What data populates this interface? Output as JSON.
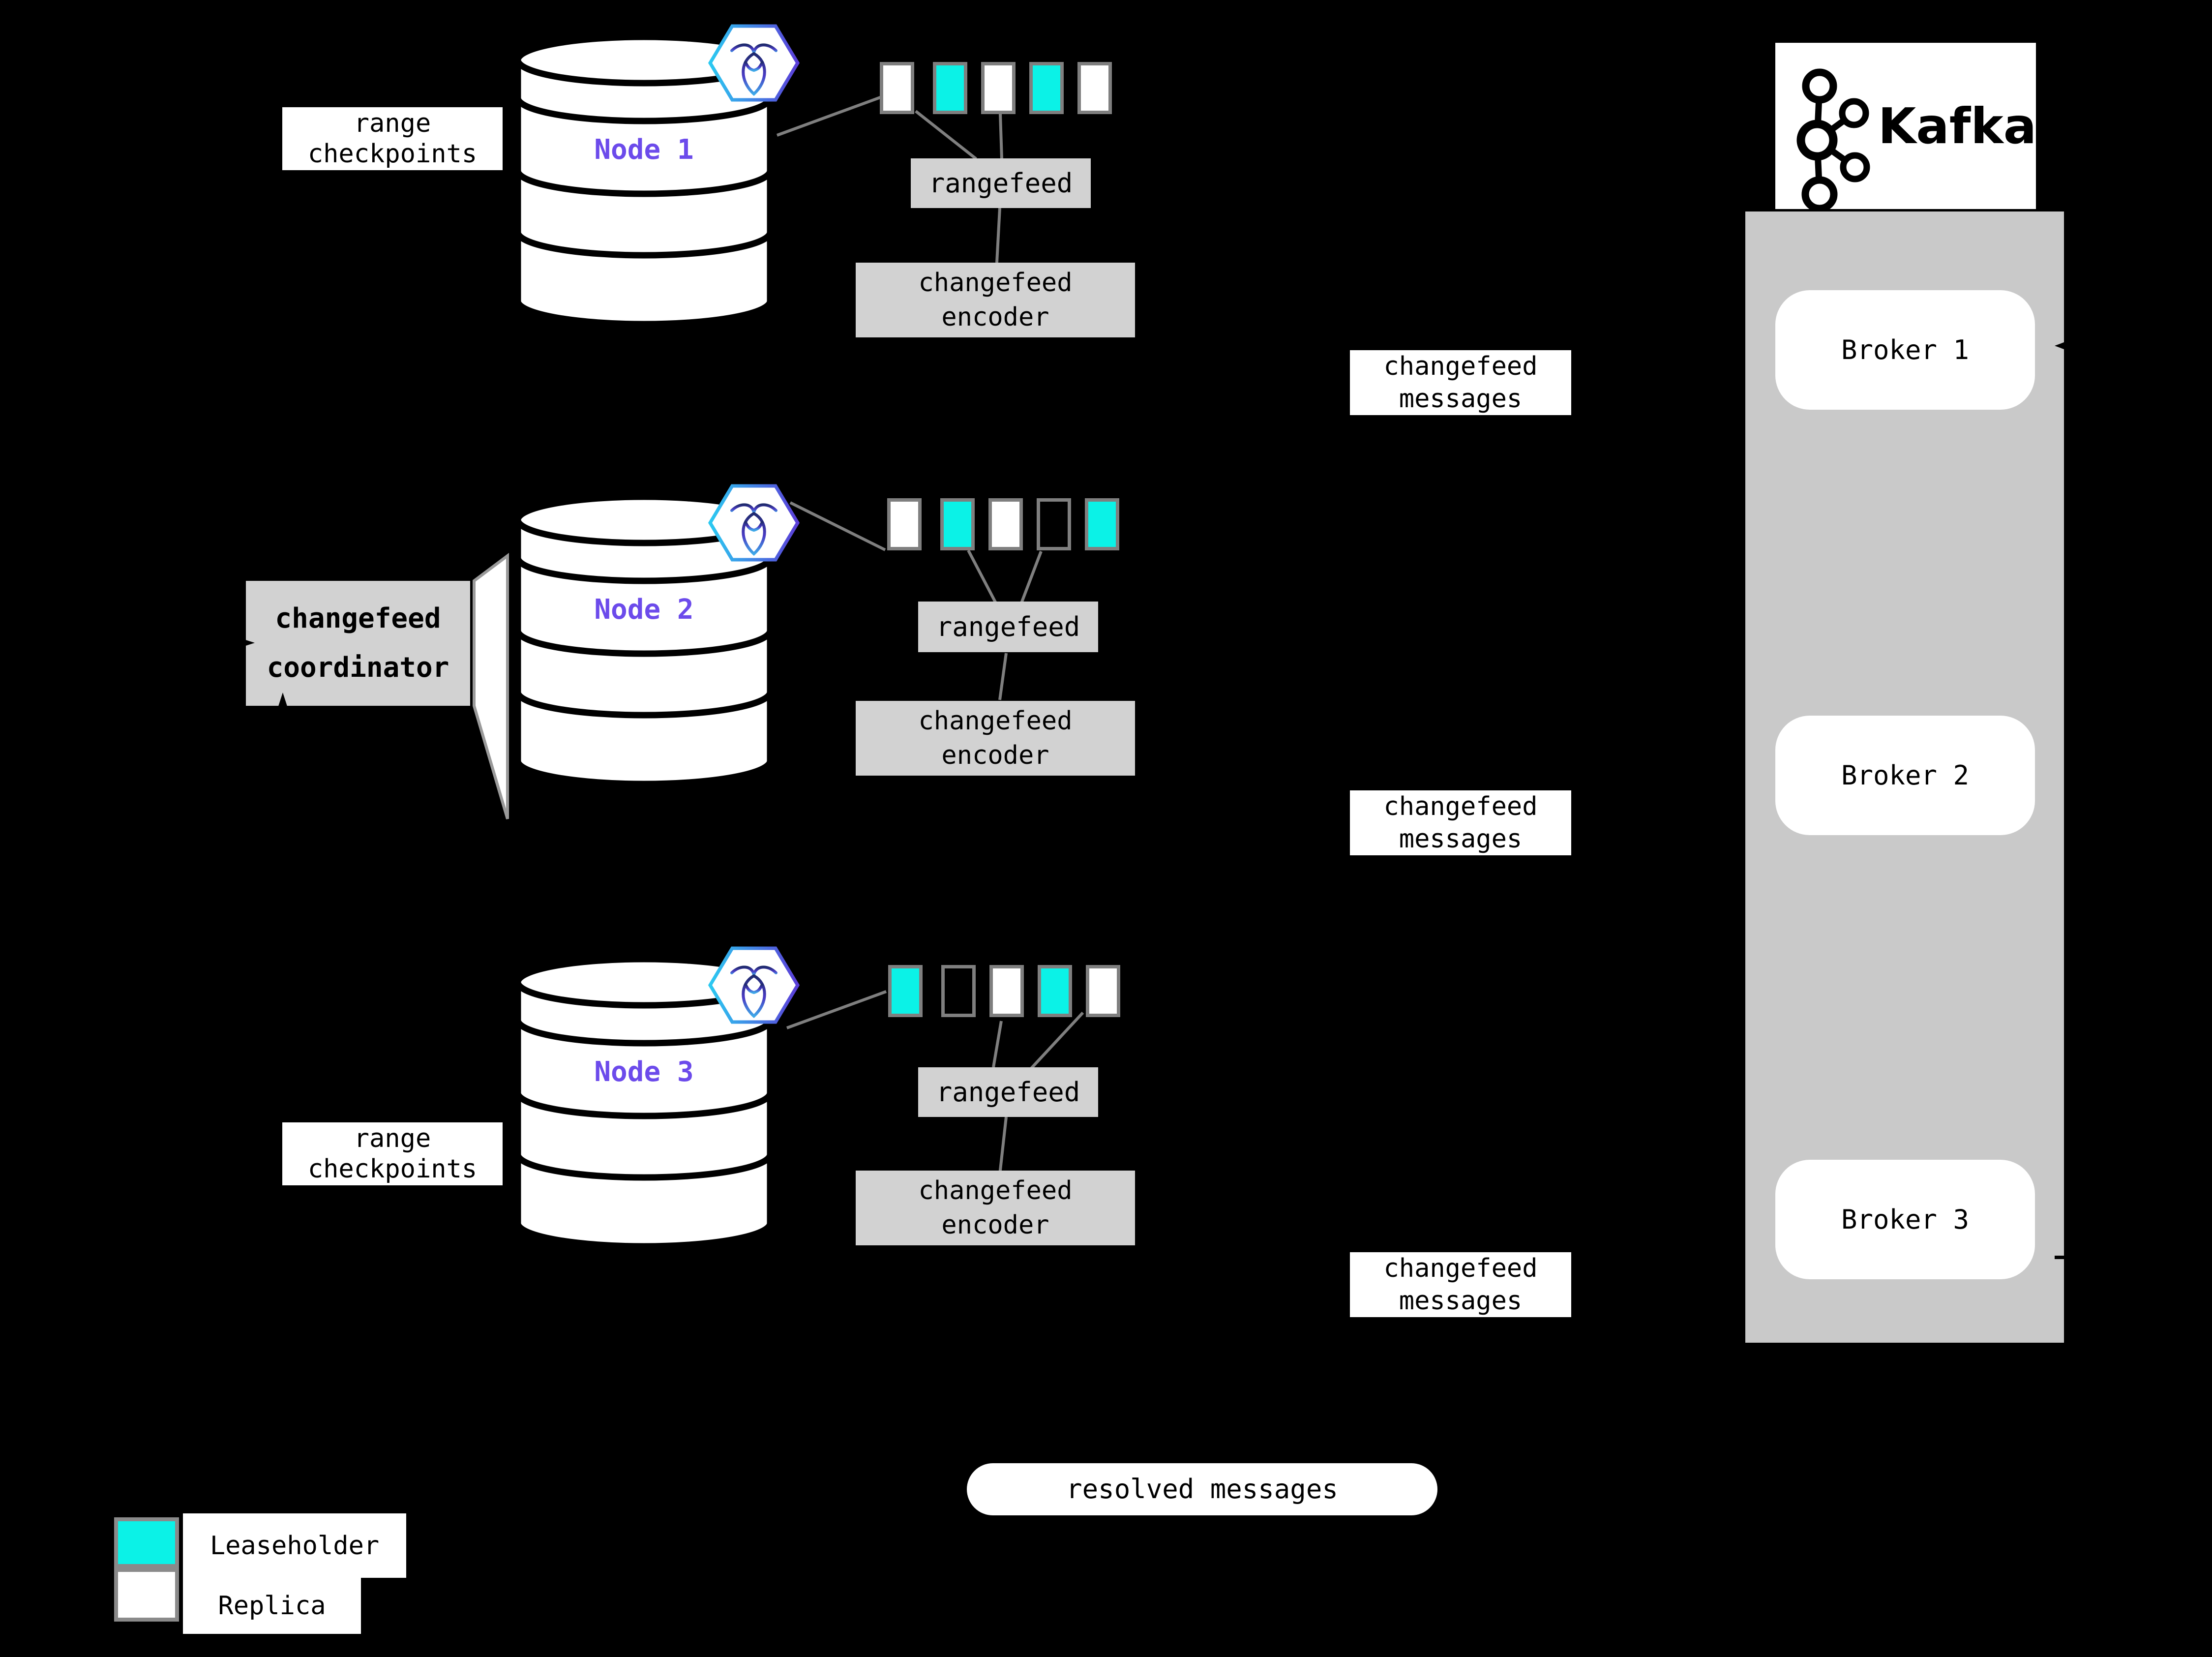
{
  "colors": {
    "leaseholder": "#0BF2E7",
    "replica": "#FFFFFF",
    "node-label": "#6C4BEB",
    "box-gray": "#D2D2D2",
    "band-gray": "#C9C9C9",
    "border-gray": "#7F7F7F",
    "line-gray": "#7F7F7F"
  },
  "nodes": [
    {
      "name": "Node 1",
      "callout_line1": "range",
      "callout_line2": "checkpoints",
      "rangefeed_label": "rangefeed",
      "encoder_line1": "changefeed",
      "encoder_line2": "encoder",
      "ranges": [
        "replica",
        "leaseholder",
        "replica",
        "leaseholder",
        "replica"
      ]
    },
    {
      "name": "Node 2",
      "callout_line1": "changefeed",
      "callout_line2": "coordinator",
      "rangefeed_label": "rangefeed",
      "encoder_line1": "changefeed",
      "encoder_line2": "encoder",
      "ranges": [
        "replica",
        "leaseholder",
        "replica",
        "empty",
        "leaseholder"
      ]
    },
    {
      "name": "Node 3",
      "callout_line1": "range",
      "callout_line2": "checkpoints",
      "rangefeed_label": "rangefeed",
      "encoder_line1": "changefeed",
      "encoder_line2": "encoder",
      "ranges": [
        "leaseholder",
        "empty",
        "replica",
        "leaseholder",
        "replica"
      ]
    }
  ],
  "messages": {
    "changefeed_line1": "changefeed",
    "changefeed_line2": "messages",
    "resolved": "resolved messages"
  },
  "kafka": {
    "brand": "Kafka",
    "brokers": [
      "Broker 1",
      "Broker 2",
      "Broker 3"
    ]
  },
  "legend": {
    "items": [
      {
        "kind": "leaseholder",
        "label": "Leaseholder"
      },
      {
        "kind": "replica",
        "label": "Replica"
      }
    ]
  }
}
